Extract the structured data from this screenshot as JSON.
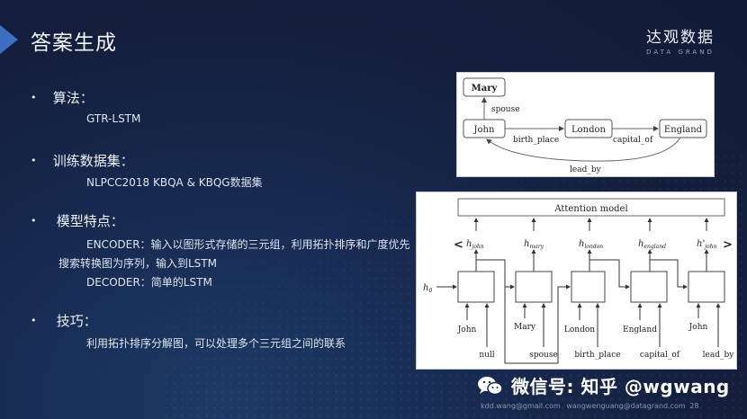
{
  "slide": {
    "title": "答案生成",
    "logo": {
      "cn": "达观数据",
      "en": "DATA GRAND"
    },
    "page_number": "28"
  },
  "bullets": [
    {
      "label": "算法：",
      "lines": [
        "GTR-LSTM"
      ]
    },
    {
      "label": "训练数据集：",
      "lines": [
        "NLPCC2018 KBQA & KBQG数据集"
      ]
    },
    {
      "label": "模型特点：",
      "lines": [
        "ENCODER：输入以图形式存储的三元组，利用拓扑排序和广度优先",
        "搜索转换图为序列，输入到LSTM",
        "DECODER：简单的LSTM"
      ]
    },
    {
      "label": "技巧：",
      "lines": [
        "利用拓扑排序分解图，可以处理多个三元组之间的联系"
      ]
    }
  ],
  "graph_figure": {
    "nodes": [
      "Mary",
      "John",
      "London",
      "England"
    ],
    "edges": [
      "spouse",
      "birth_place",
      "capital_of",
      "lead_by"
    ]
  },
  "lstm_figure": {
    "header": "Attention model",
    "h0": "h",
    "h0_sub": "0",
    "hidden": [
      {
        "h": "h",
        "sub": "john"
      },
      {
        "h": "h",
        "sub": "mary"
      },
      {
        "h": "h",
        "sub": "london"
      },
      {
        "h": "h",
        "sub": "england"
      },
      {
        "h": "h'",
        "sub": "john"
      }
    ],
    "inputs": [
      {
        "entity": "John",
        "relation": "null"
      },
      {
        "entity": "Mary",
        "relation": "spouse"
      },
      {
        "entity": "London",
        "relation": "birth_place"
      },
      {
        "entity": "England",
        "relation": "capital_of"
      },
      {
        "entity": "John",
        "relation": "lead_by"
      }
    ],
    "left_bracket": "<",
    "right_bracket": ">"
  },
  "watermark": {
    "text": "微信号: 知乎 @wgwang",
    "icon": "wechat-icon"
  },
  "footer": {
    "email1": "kdd.wang@gmail.com",
    "email2": "wangwenguang@datagrand.com",
    "page": "28"
  }
}
